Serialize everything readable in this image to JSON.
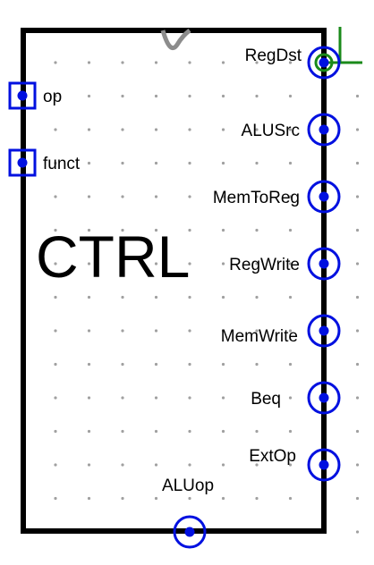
{
  "component": {
    "name": "CTRL",
    "inputs": [
      {
        "id": "op",
        "label": "op"
      },
      {
        "id": "funct",
        "label": "funct"
      }
    ],
    "outputs": [
      {
        "id": "regdst",
        "label": "RegDst"
      },
      {
        "id": "alusrc",
        "label": "ALUSrc"
      },
      {
        "id": "memtoreg",
        "label": "MemToReg"
      },
      {
        "id": "regwrite",
        "label": "RegWrite"
      },
      {
        "id": "memwrite",
        "label": "MemWrite"
      },
      {
        "id": "beq",
        "label": "Beq"
      },
      {
        "id": "extop",
        "label": "ExtOp"
      }
    ],
    "bottom_output": {
      "id": "aluop",
      "label": "ALUop"
    }
  },
  "colors": {
    "outline": "#000000",
    "pin": "#0010e0",
    "wire": "#1a8a1a",
    "notch": "#8c8c8c",
    "grid": "#a0a0a0"
  }
}
